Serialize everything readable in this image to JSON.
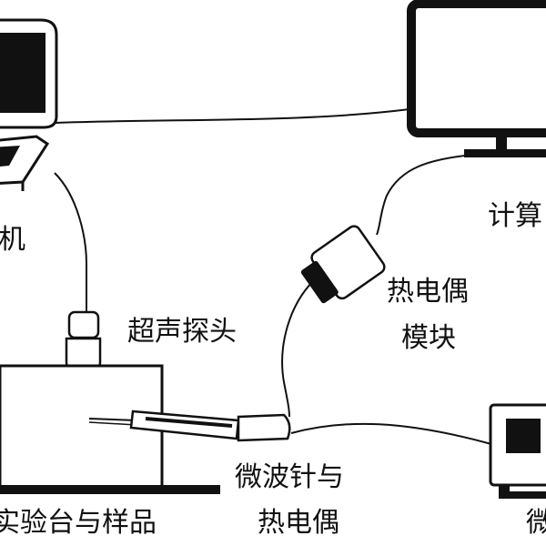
{
  "labels": {
    "ultrasound_machine": "机",
    "computer": "计算",
    "ultrasound_probe": "超声探头",
    "thermocouple_module_line1": "热电偶",
    "thermocouple_module_line2": "模块",
    "test_bench": "实验台与样品",
    "microwave_needle_line1": "微波针与",
    "microwave_needle_line2": "热电偶",
    "microwave_unit": "微"
  },
  "colors": {
    "stroke": "#111111",
    "screen": "#111111",
    "background": "#ffffff"
  }
}
